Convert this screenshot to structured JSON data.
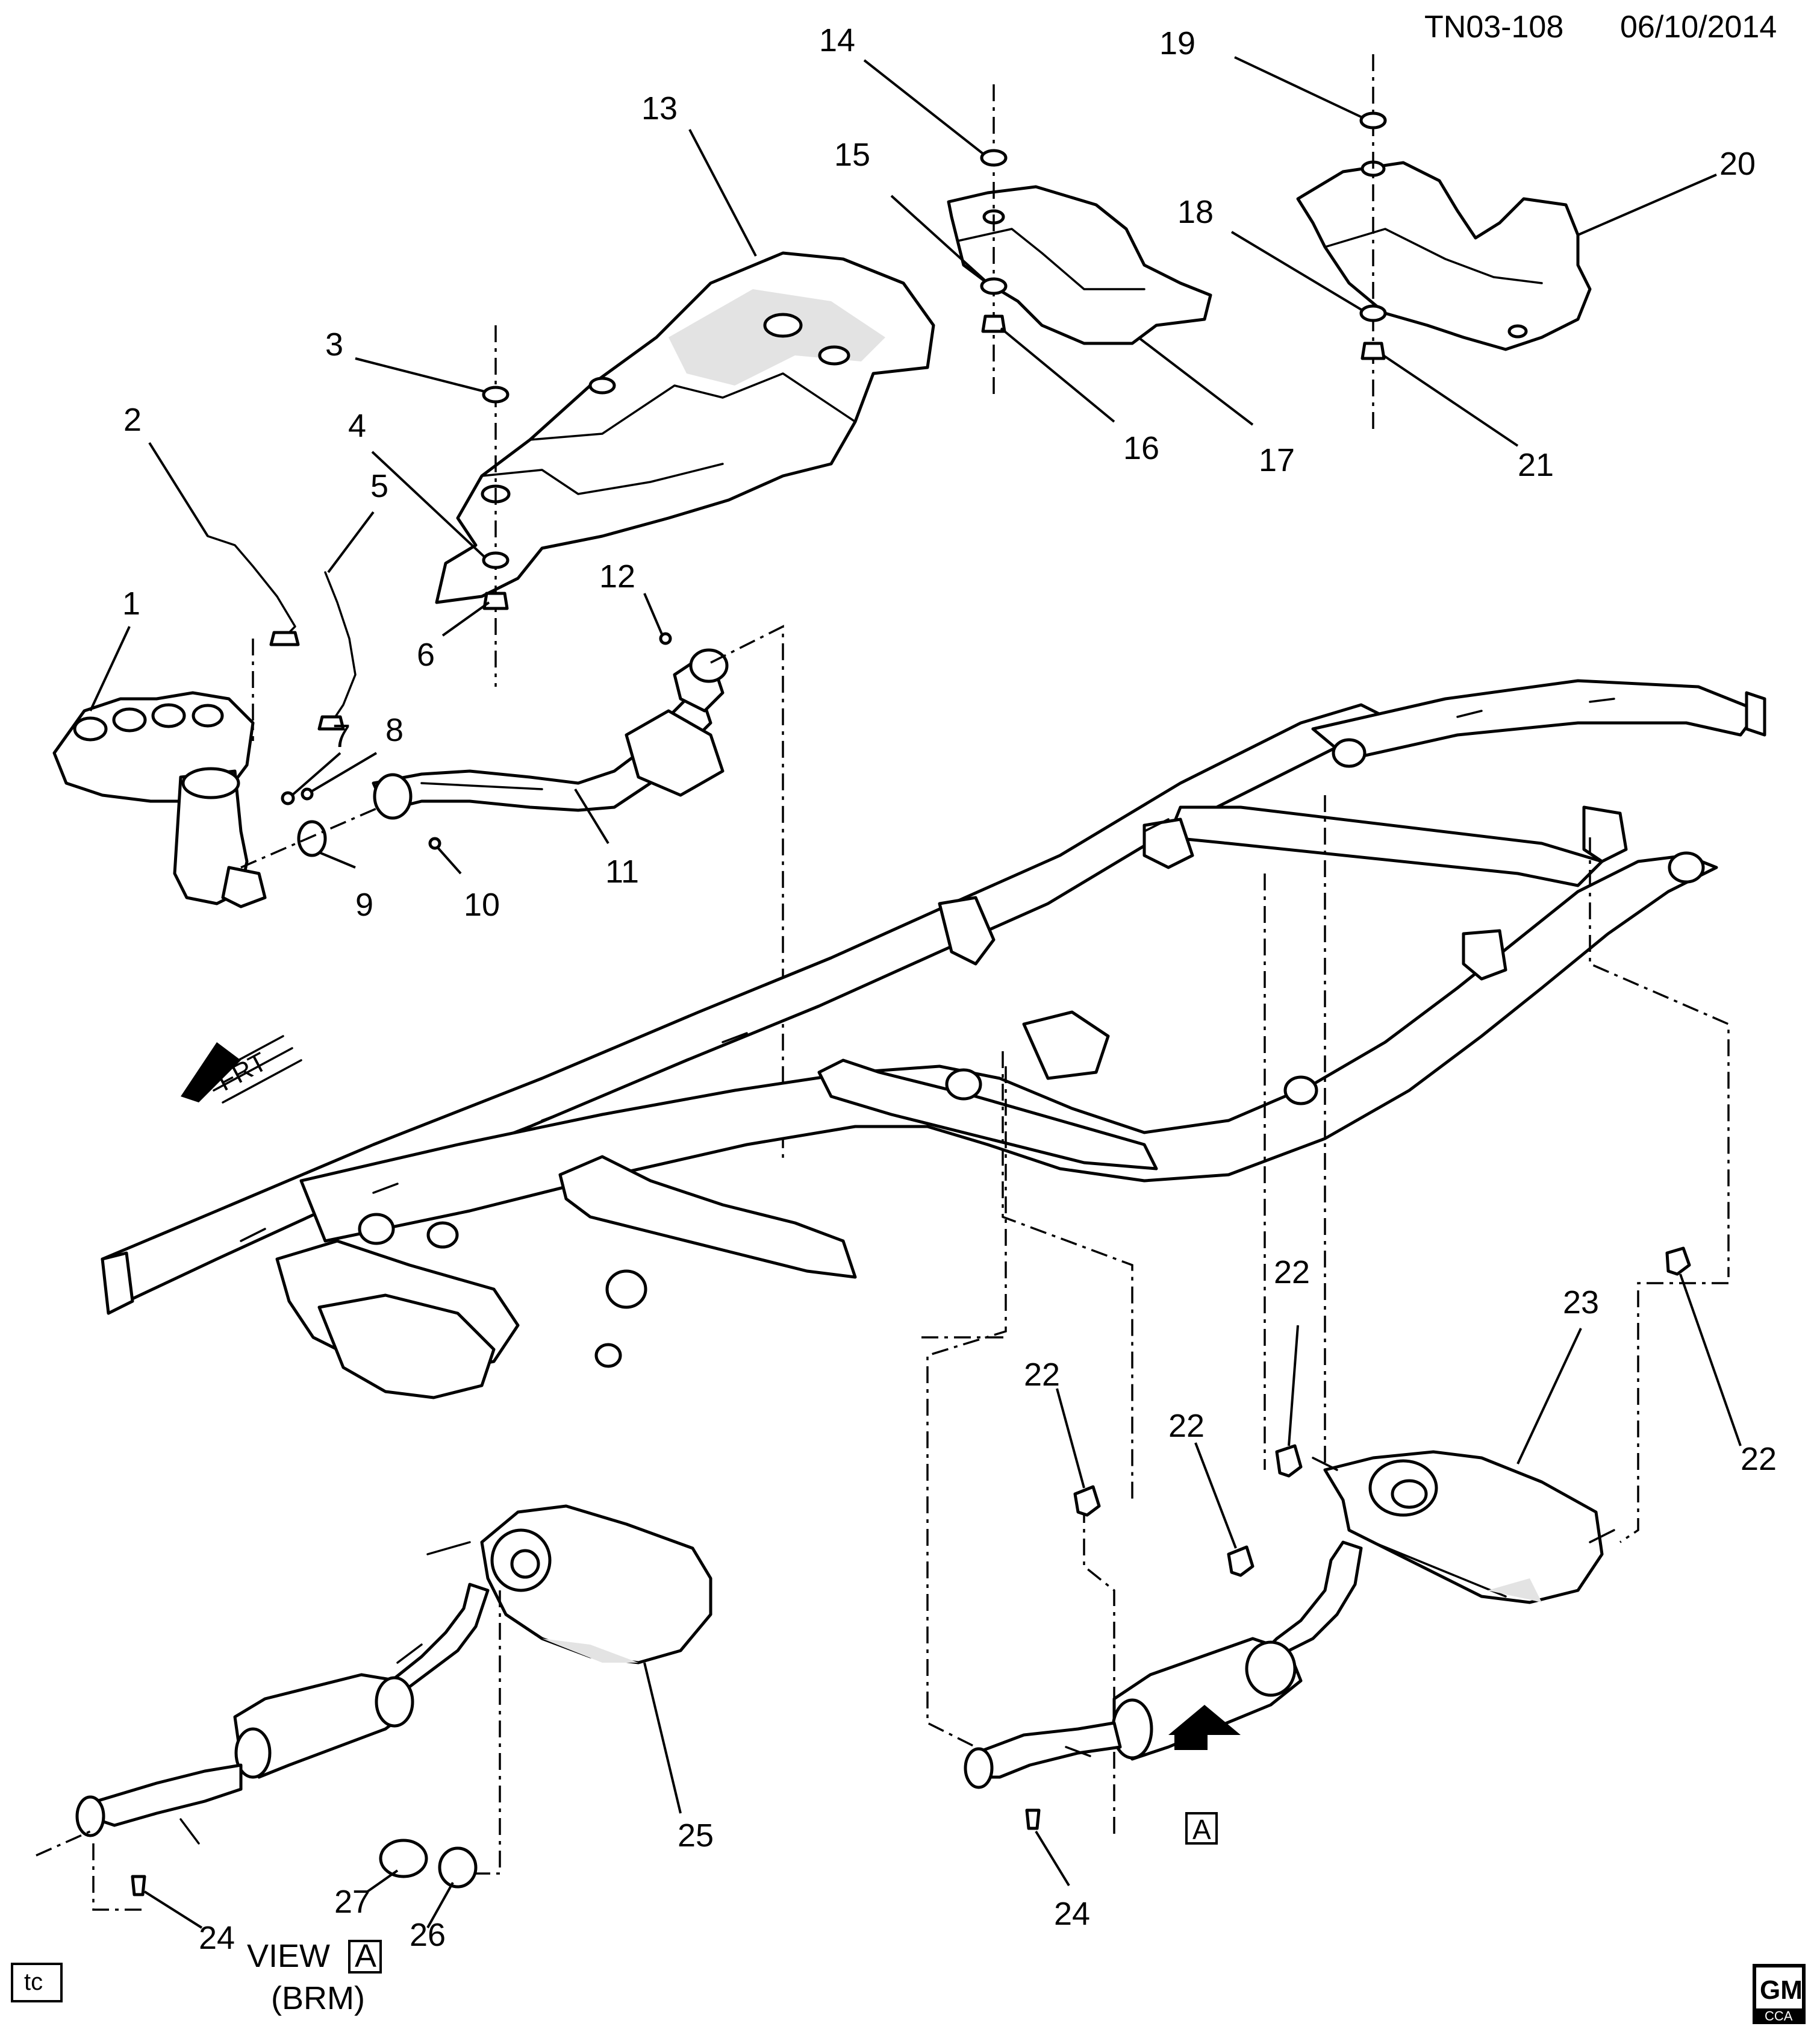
{
  "header": {
    "doc_id": "TN03-108",
    "date": "06/10/2014"
  },
  "callouts": [
    "1",
    "2",
    "3",
    "4",
    "5",
    "6",
    "7",
    "8",
    "9",
    "10",
    "11",
    "12",
    "13",
    "14",
    "15",
    "16",
    "17",
    "18",
    "19",
    "20",
    "21",
    "22",
    "22",
    "22",
    "22",
    "23",
    "24",
    "24",
    "25",
    "26",
    "27"
  ],
  "front_arrow": {
    "label": "FRT"
  },
  "view_marker": {
    "letter": "A"
  },
  "view_caption": {
    "prefix": "VIEW",
    "letter": "A",
    "variant": "(BRM)"
  },
  "footer": {
    "tag": "tc",
    "logo_text": "GM",
    "logo_sub": "CCA"
  }
}
